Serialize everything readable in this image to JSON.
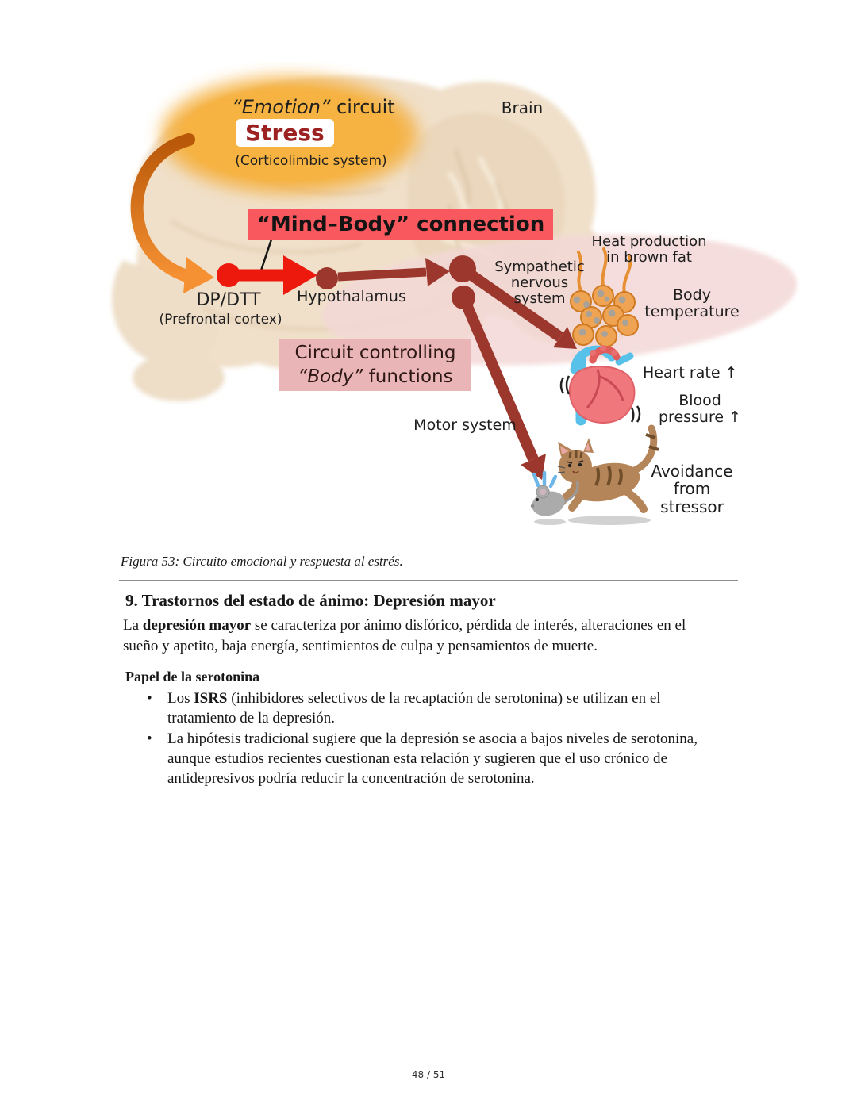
{
  "figure": {
    "labels": {
      "emotion_italic": "“Emotion”",
      "emotion_rest": " circuit",
      "stress": "Stress",
      "corticolimbic": "(Corticolimbic system)",
      "brain": "Brain",
      "mind_body": "“Mind–Body” connection",
      "dp_dtt": "DP/DTT",
      "prefrontal": "(Prefrontal cortex)",
      "hypothalamus": "Hypothalamus",
      "sympathetic": "Sympathetic\nnervous\nsystem",
      "heat_production": "Heat production\nin brown fat",
      "body_temperature": "Body\ntemperature",
      "heart_rate": "Heart rate ↑",
      "blood_pressure": "Blood\npressure ↑",
      "circuit_line1": "Circuit controlling",
      "circuit_italic": "“Body”",
      "circuit_rest": " functions",
      "motor_system": "Motor system",
      "avoidance": "Avoidance\nfrom\nstressor"
    },
    "colors": {
      "emotion_fill": "#f5ad38",
      "stress_text": "#9c2222",
      "mind_body_bg": "#f9595e",
      "body_banner_bg": "#eab5b7",
      "red_node": "#ee190d",
      "dark_node": "#9c372d",
      "orange_arrow": "#ef8323",
      "brain_fill": "#f0e0ca"
    }
  },
  "content": {
    "caption": "Figura 53: Circuito emocional y respuesta al estrés.",
    "section_heading": "9. Trastornos del estado de ánimo: Depresión mayor",
    "intro_pre": "La ",
    "intro_bold": "depresión mayor",
    "intro_post": " se caracteriza por ánimo disfórico, pérdida de interés, alteraciones en el sueño y apetito, baja energía, sentimientos de culpa y pensamientos de muerte.",
    "sub_heading": "Papel de la serotonina",
    "bullet1_pre": "Los ",
    "bullet1_bold": "ISRS",
    "bullet1_post": " (inhibidores selectivos de la recaptación de serotonina) se utilizan en el tratamiento de la depresión.",
    "bullet2": "La hipótesis tradicional sugiere que la depresión se asocia a bajos niveles de serotonina, aunque estudios recientes cuestionan esta relación y sugieren que el uso crónico de antidepresivos podría reducir la concentración de serotonina."
  },
  "footer": {
    "page": "48 / 51"
  }
}
